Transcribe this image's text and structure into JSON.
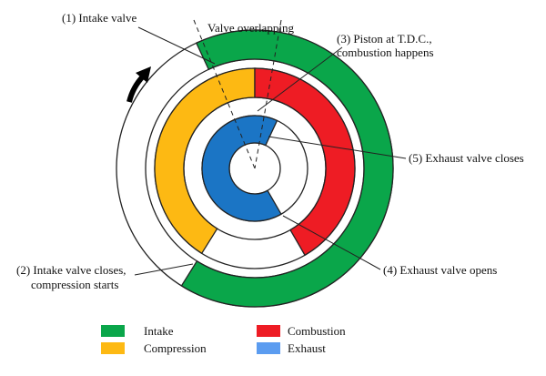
{
  "colors": {
    "intake": "#0aa64a",
    "compression": "#fdb913",
    "combustion": "#ee1c24",
    "exhaust": "#1b75c5",
    "exhaust_legend": "#5b9cf0",
    "outline": "#222222"
  },
  "annotations": {
    "intake_valve": "(1) Intake valve",
    "valve_overlapping": "Valve overlapping",
    "piston_tdc_line1": "(3) Piston at T.D.C.,",
    "piston_tdc_line2": "combustion happens",
    "exhaust_closes": "(5) Exhaust valve closes",
    "intake_closes_line1": "(2) Intake valve closes,",
    "intake_closes_line2": "compression starts",
    "exhaust_opens": "(4) Exhaust valve opens"
  },
  "legend": [
    {
      "label": "Intake",
      "color_key": "intake"
    },
    {
      "label": "Compression",
      "color_key": "compression"
    },
    {
      "label": "Combustion",
      "color_key": "combustion"
    },
    {
      "label": "Exhaust",
      "color_key": "exhaust_legend"
    }
  ],
  "rotation_arrow_icon": "clockwise-arrow-icon"
}
